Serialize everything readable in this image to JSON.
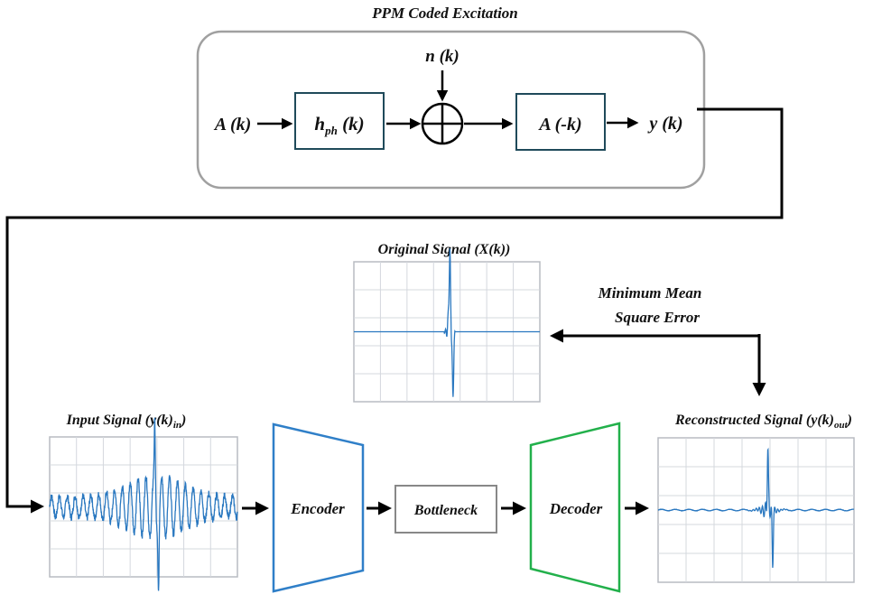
{
  "excitation": {
    "title": "PPM Coded Excitation",
    "input": "A (k)",
    "filter": {
      "main": "h",
      "sub": "ph",
      "arg": " (k)"
    },
    "noise": "n (k)",
    "adder_symbol": "summing-junction",
    "inverse": "A (-k)",
    "output": "y (k)"
  },
  "original_signal": {
    "title": "Original Signal (X(k))"
  },
  "loss": {
    "line1": "Minimum Mean",
    "line2": "Square Error"
  },
  "input_signal": {
    "title_main": "Input Signal (y(k)",
    "title_sub": "in",
    "title_end": ")"
  },
  "encoder": {
    "label": "Encoder"
  },
  "bottleneck": {
    "label": "Bottleneck"
  },
  "decoder": {
    "label": "Decoder"
  },
  "reconstructed_signal": {
    "title_main": "Reconstructed Signal (y(k)",
    "title_sub": "out",
    "title_end": ")"
  },
  "colors": {
    "encoder": "#2f7fc8",
    "decoder": "#22b04b",
    "block_border": "#1f4a5a",
    "signal": "#2a78c0",
    "rounded_box": "#a0a0a0"
  }
}
